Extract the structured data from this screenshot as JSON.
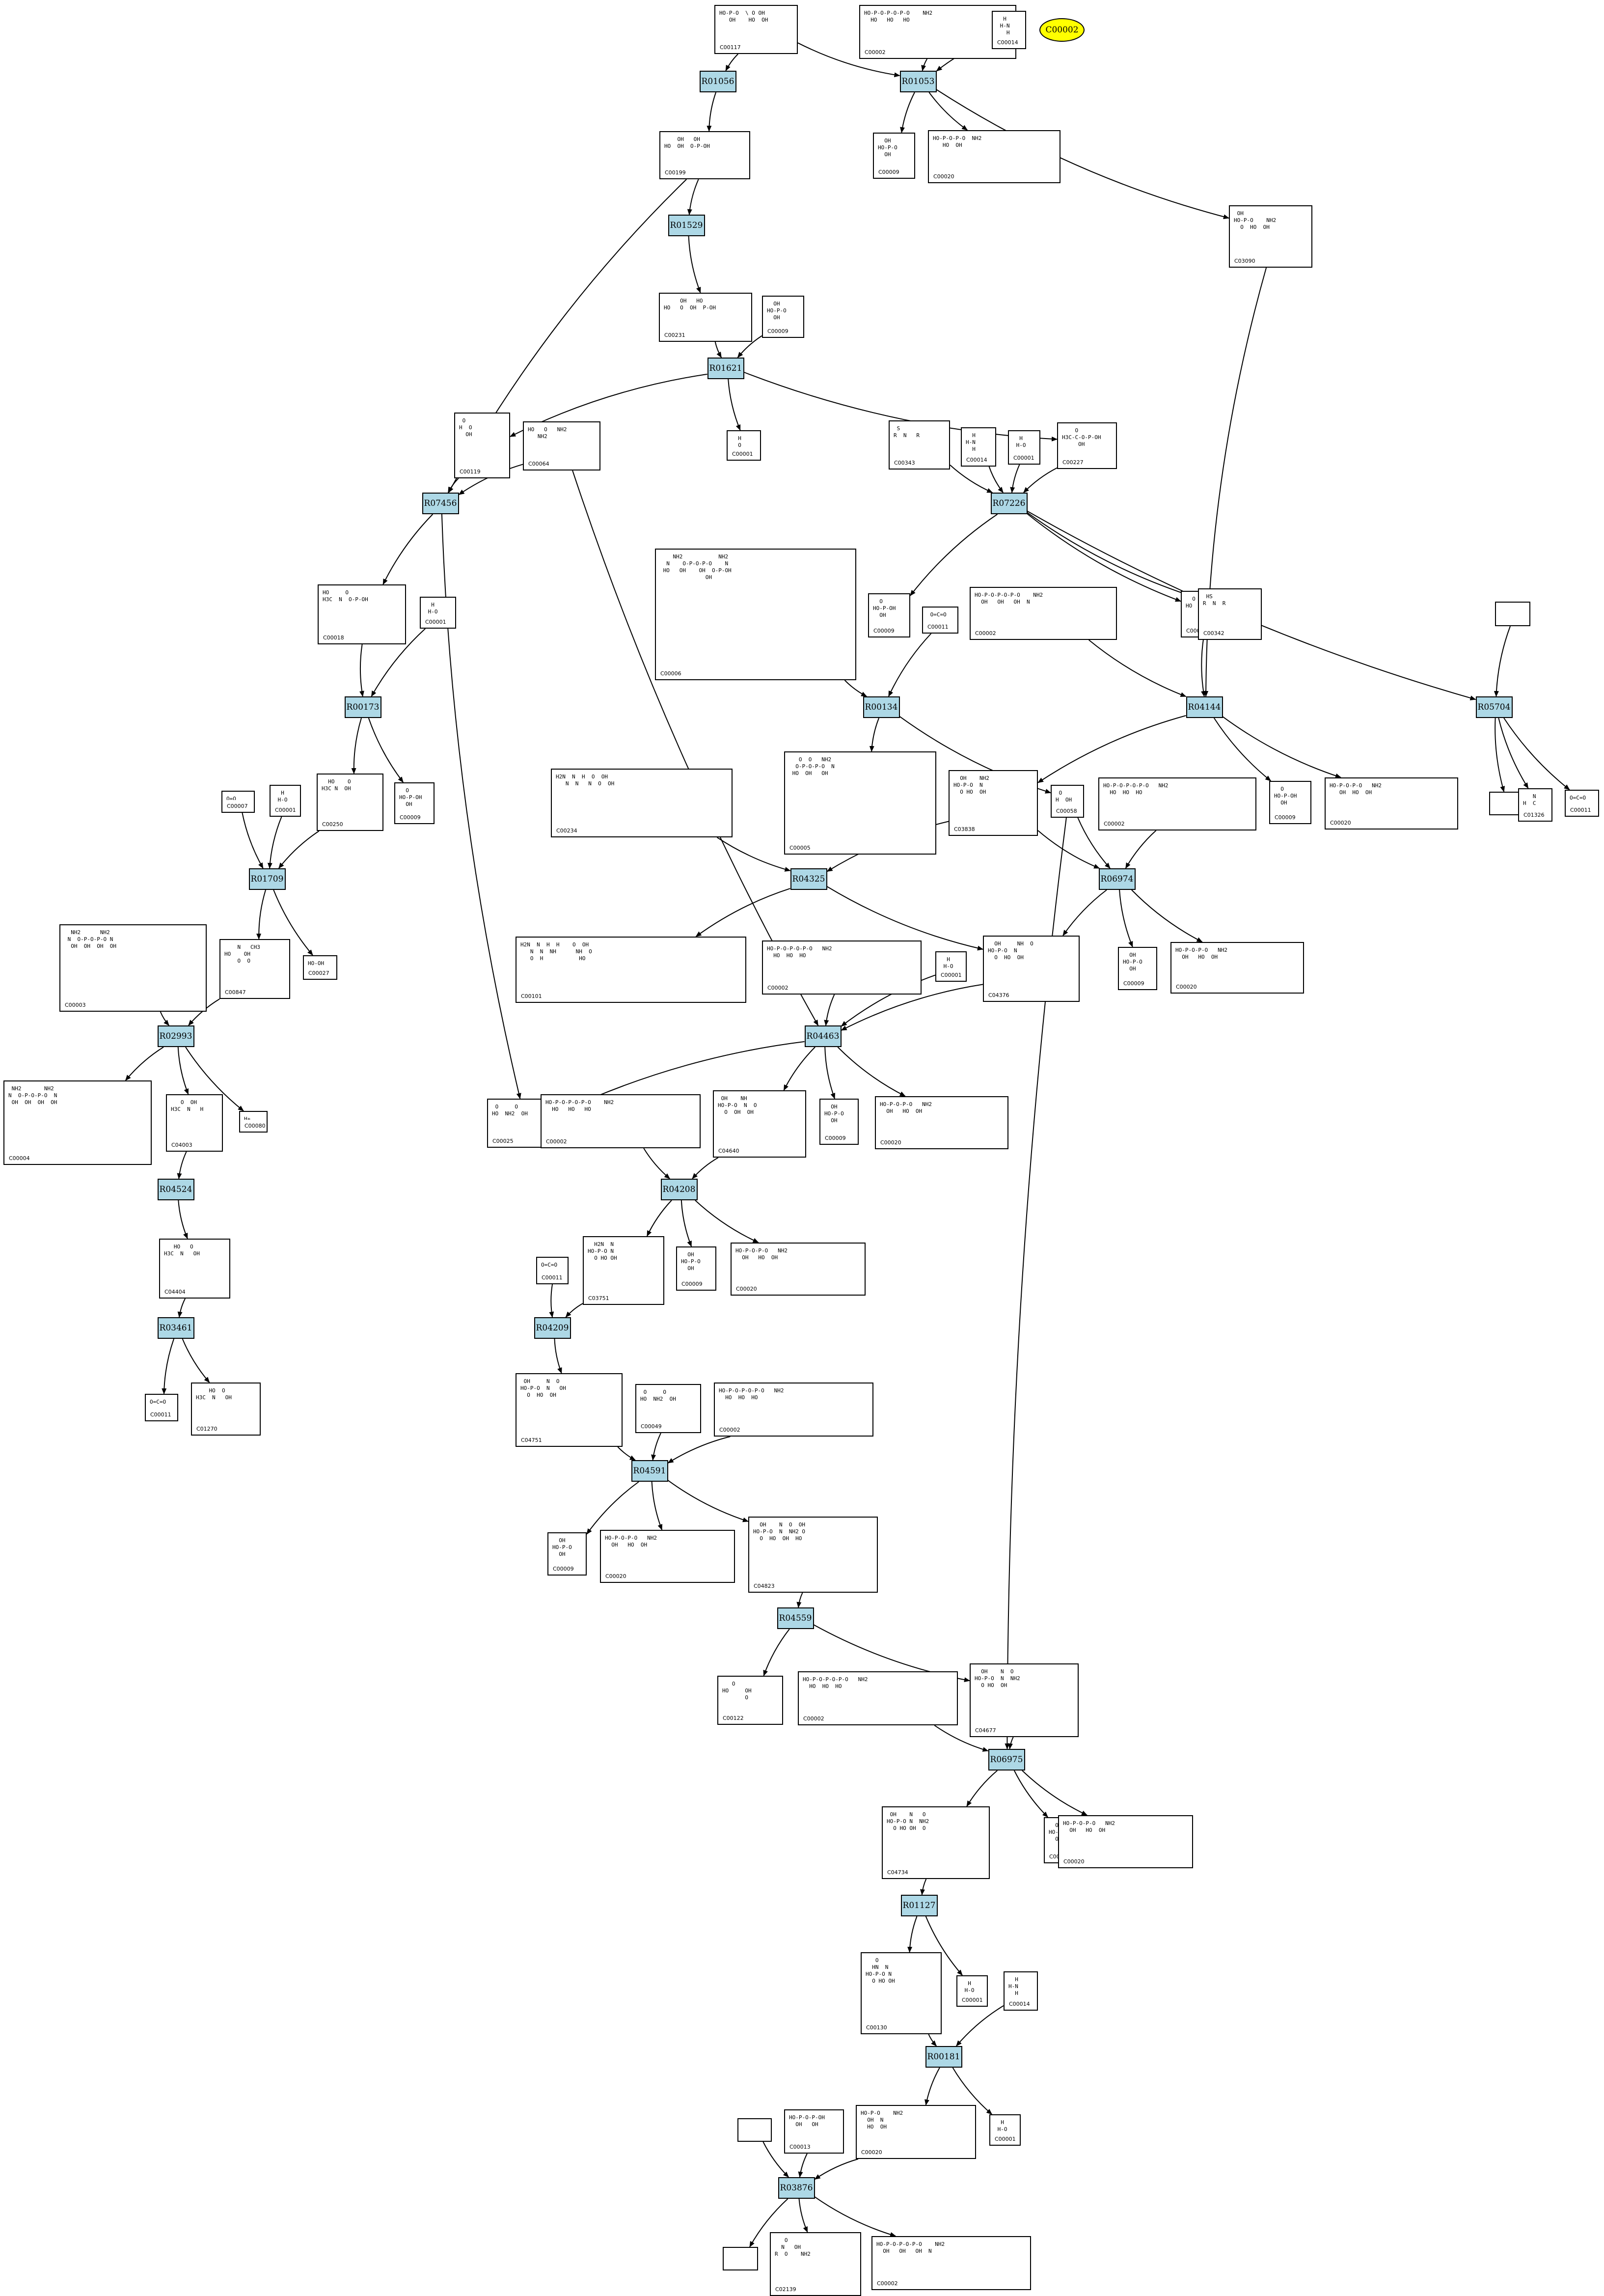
{
  "highlight": {
    "id": "C00002",
    "label": "C00002",
    "color": "#ffff00"
  },
  "colors": {
    "reaction_fill": "#add8e6",
    "edge": "#000000",
    "node_border": "#000000"
  },
  "reactions": [
    {
      "id": "R01056",
      "label": "R01056"
    },
    {
      "id": "R01053",
      "label": "R01053"
    },
    {
      "id": "R01529",
      "label": "R01529"
    },
    {
      "id": "R01621",
      "label": "R01621"
    },
    {
      "id": "R07456",
      "label": "R07456"
    },
    {
      "id": "R07226",
      "label": "R07226"
    },
    {
      "id": "R00173",
      "label": "R00173"
    },
    {
      "id": "R00134",
      "label": "R00134"
    },
    {
      "id": "R04144",
      "label": "R04144"
    },
    {
      "id": "R05704",
      "label": "R05704"
    },
    {
      "id": "R01709",
      "label": "R01709"
    },
    {
      "id": "R04325",
      "label": "R04325"
    },
    {
      "id": "R06974",
      "label": "R06974"
    },
    {
      "id": "R02993",
      "label": "R02993"
    },
    {
      "id": "R04463",
      "label": "R04463"
    },
    {
      "id": "R04524",
      "label": "R04524"
    },
    {
      "id": "R04208",
      "label": "R04208"
    },
    {
      "id": "R03461",
      "label": "R03461"
    },
    {
      "id": "R04209",
      "label": "R04209"
    },
    {
      "id": "R04591",
      "label": "R04591"
    },
    {
      "id": "R04559",
      "label": "R04559"
    },
    {
      "id": "R06975",
      "label": "R06975"
    },
    {
      "id": "R01127",
      "label": "R01127"
    },
    {
      "id": "R00181",
      "label": "R00181"
    },
    {
      "id": "R03876",
      "label": "R03876"
    }
  ],
  "compounds": [
    {
      "id": "c_C00117",
      "label": "C00117",
      "struct": "HO-P-O  \\ O OH\n   OH    HO  OH"
    },
    {
      "id": "c_C00002_top",
      "label": "C00002",
      "struct": "HO-P-O-P-O-P-O    NH2\n  HO   HO   HO"
    },
    {
      "id": "c_C00014_top",
      "label": "C00014",
      "struct": "  H\n H-N\n   H"
    },
    {
      "id": "c_C00199",
      "label": "C00199",
      "struct": "    OH   OH\nHO  OH  O-P-OH"
    },
    {
      "id": "c_C00009_a",
      "label": "C00009",
      "struct": "  OH\nHO-P-O\n  OH"
    },
    {
      "id": "c_C00020_a",
      "label": "C00020",
      "struct": "HO-P-O-P-O  NH2\n   HO  OH"
    },
    {
      "id": "c_C03090",
      "label": "C03090",
      "struct": " OH\nHO-P-O    NH2\n  O  HO  OH"
    },
    {
      "id": "c_C00231",
      "label": "C00231",
      "struct": "     OH   HO\nHO   O  OH  P-OH"
    },
    {
      "id": "c_C00009_b",
      "label": "C00009",
      "struct": "  OH\nHO-P-O\n  OH"
    },
    {
      "id": "c_C00119",
      "label": "C00119",
      "struct": " O\nH  O\n  OH"
    },
    {
      "id": "c_C00064",
      "label": "C00064",
      "struct": "HO   O   NH2\n   NH2"
    },
    {
      "id": "c_C00001_a",
      "label": "C00001",
      "struct": "  H\n  O"
    },
    {
      "id": "c_C00343",
      "label": "C00343",
      "struct": " S\nR  N   R"
    },
    {
      "id": "c_C00014_b",
      "label": "C00014",
      "struct": "  H\nH-N\n  H"
    },
    {
      "id": "c_C00001_b",
      "label": "C00001",
      "struct": "  H\n H-O"
    },
    {
      "id": "c_C00227",
      "label": "C00227",
      "struct": "    O\nH3C-C-O-P-OH\n     OH"
    },
    {
      "id": "c_C00018",
      "label": "C00018",
      "struct": "HO     O\nH3C  N  O-P-OH"
    },
    {
      "id": "c_C00001_c",
      "label": "C00001",
      "struct": "  H\n H-O"
    },
    {
      "id": "c_C00006",
      "label": "C00006",
      "struct": "    NH2           NH2\n  N    O-P-O-P-O    N\n HO   OH    OH  O-P-OH\n              OH"
    },
    {
      "id": "c_C00009_c",
      "label": "C00009",
      "struct": "  O\nHO-P-OH\n  OH"
    },
    {
      "id": "c_C00011_a",
      "label": "C00011",
      "struct": " O=C=O"
    },
    {
      "id": "c_C00002_b",
      "label": "C00002",
      "struct": "HO-P-O-P-O-P-O    NH2\n  OH   OH   OH  N"
    },
    {
      "id": "c_C00037",
      "label": "C00037",
      "struct": "  O\nHO   NH2"
    },
    {
      "id": "c_C00342",
      "label": "C00342",
      "struct": " HS\nR  N  R"
    },
    {
      "id": "c_empty_a",
      "label": "",
      "struct": ""
    },
    {
      "id": "c_C00250",
      "label": "C00250",
      "struct": "  HO    O\nH3C N  OH"
    },
    {
      "id": "c_C00009_d",
      "label": "C00009",
      "struct": "  O\nHO-P-OH\n  OH"
    },
    {
      "id": "c_C00234",
      "label": "C00234",
      "struct": "H2N  N  H  O  OH\n   N  N   N  O  OH"
    },
    {
      "id": "c_C00005",
      "label": "C00005",
      "struct": "   O  O   NH2\n  O-P-O-P-O  N\n HO  OH   OH"
    },
    {
      "id": "c_C03838",
      "label": "C03838",
      "struct": "  OH    NH2\nHO-P-O  N\n  O HO  OH"
    },
    {
      "id": "c_C00058",
      "label": "C00058",
      "struct": " O\nH  OH"
    },
    {
      "id": "c_C00009_e",
      "label": "C00009",
      "struct": "  O\nHO-P-OH\n  OH"
    },
    {
      "id": "c_C00020_b",
      "label": "C00020",
      "struct": "HO-P-O-P-O   NH2\n   OH  HO  OH"
    },
    {
      "id": "c_empty_b",
      "label": "",
      "struct": ""
    },
    {
      "id": "c_C01326",
      "label": "C01326",
      "struct": "   N\nH  C"
    },
    {
      "id": "c_C00011_b",
      "label": "C00011",
      "struct": "O=C=O"
    },
    {
      "id": "c_C00007",
      "label": "C00007",
      "struct": "O=O"
    },
    {
      "id": "c_C00001_d",
      "label": "C00001",
      "struct": "  H\n H-O"
    },
    {
      "id": "c_C00027",
      "label": "C00027",
      "struct": "HO-OH"
    },
    {
      "id": "c_C00003",
      "label": "C00003",
      "struct": "  NH2      NH2\n N  O-P-O-P-O N\n  OH  OH  OH  OH"
    },
    {
      "id": "c_C00847",
      "label": "C00847",
      "struct": "    N   CH3\nHO    OH\n    O  O"
    },
    {
      "id": "c_C00101",
      "label": "C00101",
      "struct": "H2N  N  H  H    O  OH\n   N  N  NH      NH  O\n   O  H           HO"
    },
    {
      "id": "c_C00002_c",
      "label": "C00002",
      "struct": "HO-P-O-P-O-P-O   NH2\n  HO  HO  HO"
    },
    {
      "id": "c_C00001_e",
      "label": "C00001",
      "struct": "  H\n H-O"
    },
    {
      "id": "c_C04376",
      "label": "C04376",
      "struct": "  OH     NH  O\nHO-P-O  N\n  O  HO  OH"
    },
    {
      "id": "c_C00002_d",
      "label": "C00002",
      "struct": "HO-P-O-P-O-P-O   NH2\n  HO  HO  HO"
    },
    {
      "id": "c_C00009_f",
      "label": "C00009",
      "struct": "  OH\nHO-P-O\n  OH"
    },
    {
      "id": "c_C00020_c",
      "label": "C00020",
      "struct": "HO-P-O-P-O   NH2\n  OH   HO  OH"
    },
    {
      "id": "c_C00004",
      "label": "C00004",
      "struct": " NH2       NH2\nN  O-P-O-P-O  N\n OH  OH  OH  OH"
    },
    {
      "id": "c_C04003",
      "label": "C04003",
      "struct": "   O  OH\nH3C  N   H"
    },
    {
      "id": "c_C00080",
      "label": "C00080",
      "struct": "H+"
    },
    {
      "id": "c_C00025",
      "label": "C00025",
      "struct": " O     O\nHO  NH2  OH"
    },
    {
      "id": "c_C00002_e",
      "label": "C00002",
      "struct": "HO-P-O-P-O-P-O    NH2\n  HO   HO   HO"
    },
    {
      "id": "c_C04640",
      "label": "C04640",
      "struct": " OH    NH\nHO-P-O  N  O\n  O  OH  OH"
    },
    {
      "id": "c_C00009_g",
      "label": "C00009",
      "struct": "  OH\nHO-P-O\n  OH"
    },
    {
      "id": "c_C00020_d",
      "label": "C00020",
      "struct": "HO-P-O-P-O   NH2\n  OH   HO  OH"
    },
    {
      "id": "c_C04404",
      "label": "C04404",
      "struct": "   HO   O\nH3C  N   OH"
    },
    {
      "id": "c_C00011_c",
      "label": "C00011",
      "struct": "O=C=O"
    },
    {
      "id": "c_C03751",
      "label": "C03751",
      "struct": "  H2N  N\nHO-P-O N\n  O HO OH"
    },
    {
      "id": "c_C00009_h",
      "label": "C00009",
      "struct": "  OH\nHO-P-O\n  OH"
    },
    {
      "id": "c_C00020_e",
      "label": "C00020",
      "struct": "HO-P-O-P-O   NH2\n  OH   HO  OH"
    },
    {
      "id": "c_C00011_d",
      "label": "C00011",
      "struct": "O=C=O"
    },
    {
      "id": "c_C01270",
      "label": "C01270",
      "struct": "    HO  O\nH3C  N   OH"
    },
    {
      "id": "c_C04751",
      "label": "C04751",
      "struct": " OH     N  O\nHO-P-O  N   OH\n  O  HO  OH"
    },
    {
      "id": "c_C00049",
      "label": "C00049",
      "struct": " O     O\nHO  NH2  OH"
    },
    {
      "id": "c_C00002_f",
      "label": "C00002",
      "struct": "HO-P-O-P-O-P-O   NH2\n  HO  HO  HO"
    },
    {
      "id": "c_C00009_i",
      "label": "C00009",
      "struct": "  OH\nHO-P-O\n  OH"
    },
    {
      "id": "c_C00020_f",
      "label": "C00020",
      "struct": "HO-P-O-P-O   NH2\n  OH   HO  OH"
    },
    {
      "id": "c_C04823",
      "label": "C04823",
      "struct": "  OH    N  O  OH\nHO-P-O  N  NH2 O\n  O  HO  OH  HO"
    },
    {
      "id": "c_C00122",
      "label": "C00122",
      "struct": "   O\nHO     OH\n       O"
    },
    {
      "id": "c_C00002_g",
      "label": "C00002",
      "struct": "HO-P-O-P-O-P-O   NH2\n  HO  HO  HO"
    },
    {
      "id": "c_C04677",
      "label": "C04677",
      "struct": "  OH    N  O\nHO-P-O  N  NH2\n  O HO  OH"
    },
    {
      "id": "c_C04734",
      "label": "C04734",
      "struct": " OH    N   O\nHO-P-O N  NH2\n  O HO OH  O"
    },
    {
      "id": "c_C00009_j",
      "label": "C00009",
      "struct": "  OH\nHO-P-O\n  OH"
    },
    {
      "id": "c_C00020_g",
      "label": "C00020",
      "struct": "HO-P-O-P-O   NH2\n  OH   HO  OH"
    },
    {
      "id": "c_C00130",
      "label": "C00130",
      "struct": "   O\n  HN  N\nHO-P-O N\n  O HO OH"
    },
    {
      "id": "c_C00001_f",
      "label": "C00001",
      "struct": "  H\n H-O"
    },
    {
      "id": "c_C00014_c",
      "label": "C00014",
      "struct": "  H\nH-N\n  H"
    },
    {
      "id": "c_C00020_h",
      "label": "C00020",
      "struct": "HO-P-O    NH2\n  OH  N\n  HO  OH"
    },
    {
      "id": "c_C00001_g",
      "label": "C00001",
      "struct": "  H\n H-O"
    },
    {
      "id": "c_empty_c",
      "label": "",
      "struct": ""
    },
    {
      "id": "c_C00013",
      "label": "C00013",
      "struct": "HO-P-O-P-OH\n  OH   OH"
    },
    {
      "id": "c_empty_d",
      "label": "",
      "struct": ""
    },
    {
      "id": "c_C02139",
      "label": "C02139",
      "struct": "   O\n  N   OH\nR  O    NH2"
    },
    {
      "id": "c_C00002_h",
      "label": "C00002",
      "struct": "HO-P-O-P-O-P-O    NH2\n  OH   OH   OH  N"
    }
  ]
}
